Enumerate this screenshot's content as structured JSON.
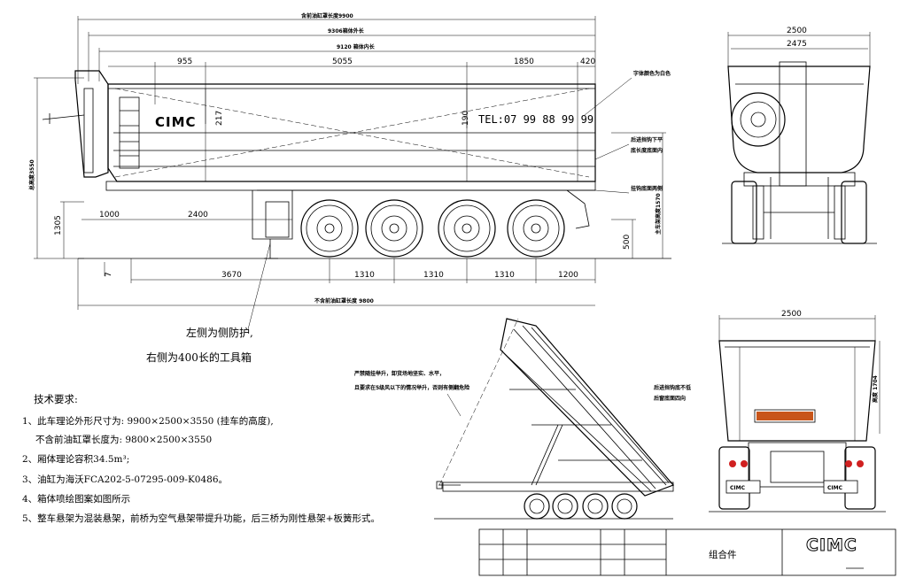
{
  "side_view": {
    "overall_length_label": "含前油缸罩长度9900",
    "box_length_outer": "9306箱体外长",
    "box_length_inner": "9120 箱体内长",
    "top_dims": [
      "955",
      "5055",
      "1850",
      "420"
    ],
    "left_height": "总高度3550",
    "left_low": "1305",
    "front_dims": [
      "1000",
      "2400"
    ],
    "bottom_dims": [
      "3670",
      "1310",
      "1310",
      "1310",
      "1200"
    ],
    "small_dim": "7",
    "under_dim": "500",
    "right_height": "主车架高度1570",
    "length_no_cylinder": "不含前油缸罩长度 9800",
    "dim_217": "217",
    "dim_190": "190",
    "logo": "CIMC",
    "tel": "TEL:07 99 88 99 99",
    "callout_font": "字体颜色为白色",
    "callout_rear_1": "后进挡钩下平",
    "callout_rear_2": "底长度底面内",
    "callout_ground": "挂钩底面两侧"
  },
  "front_view": {
    "width_outer": "2500",
    "width_inner": "2475"
  },
  "rear_view": {
    "width": "2500",
    "height": "高度 1704",
    "callout_1": "后进挡钩底不低",
    "callout_2": "后窗底面四向",
    "logo": "CIMC"
  },
  "notes": {
    "side_protect": "左侧为侧防护,",
    "toolbox": "右侧为400长的工具箱"
  },
  "tipping_note": {
    "line1": "严禁随挂举升，卸货场地坚实、水平，",
    "line2": "且要求在5级风以下的情况举升，否则有侧翻危险"
  },
  "tech_req": {
    "title": "技术要求:",
    "items": [
      "1、此车理论外形尺寸为: 9900×2500×3550 (挂车的高度),",
      "不含前油缸罩长度为: 9800×2500×3550",
      "2、厢体理论容积34.5m³;",
      "3、油缸为海沃FCA202-5-07295-009-K0486。",
      "4、箱体喷绘图案如图所示",
      "5、整车悬架为混装悬架，前桥为空气悬架带提升功能，后三桥为刚性悬架+板簧形式。"
    ]
  },
  "title_block": {
    "label": "组合件",
    "logo": "CIMC"
  }
}
